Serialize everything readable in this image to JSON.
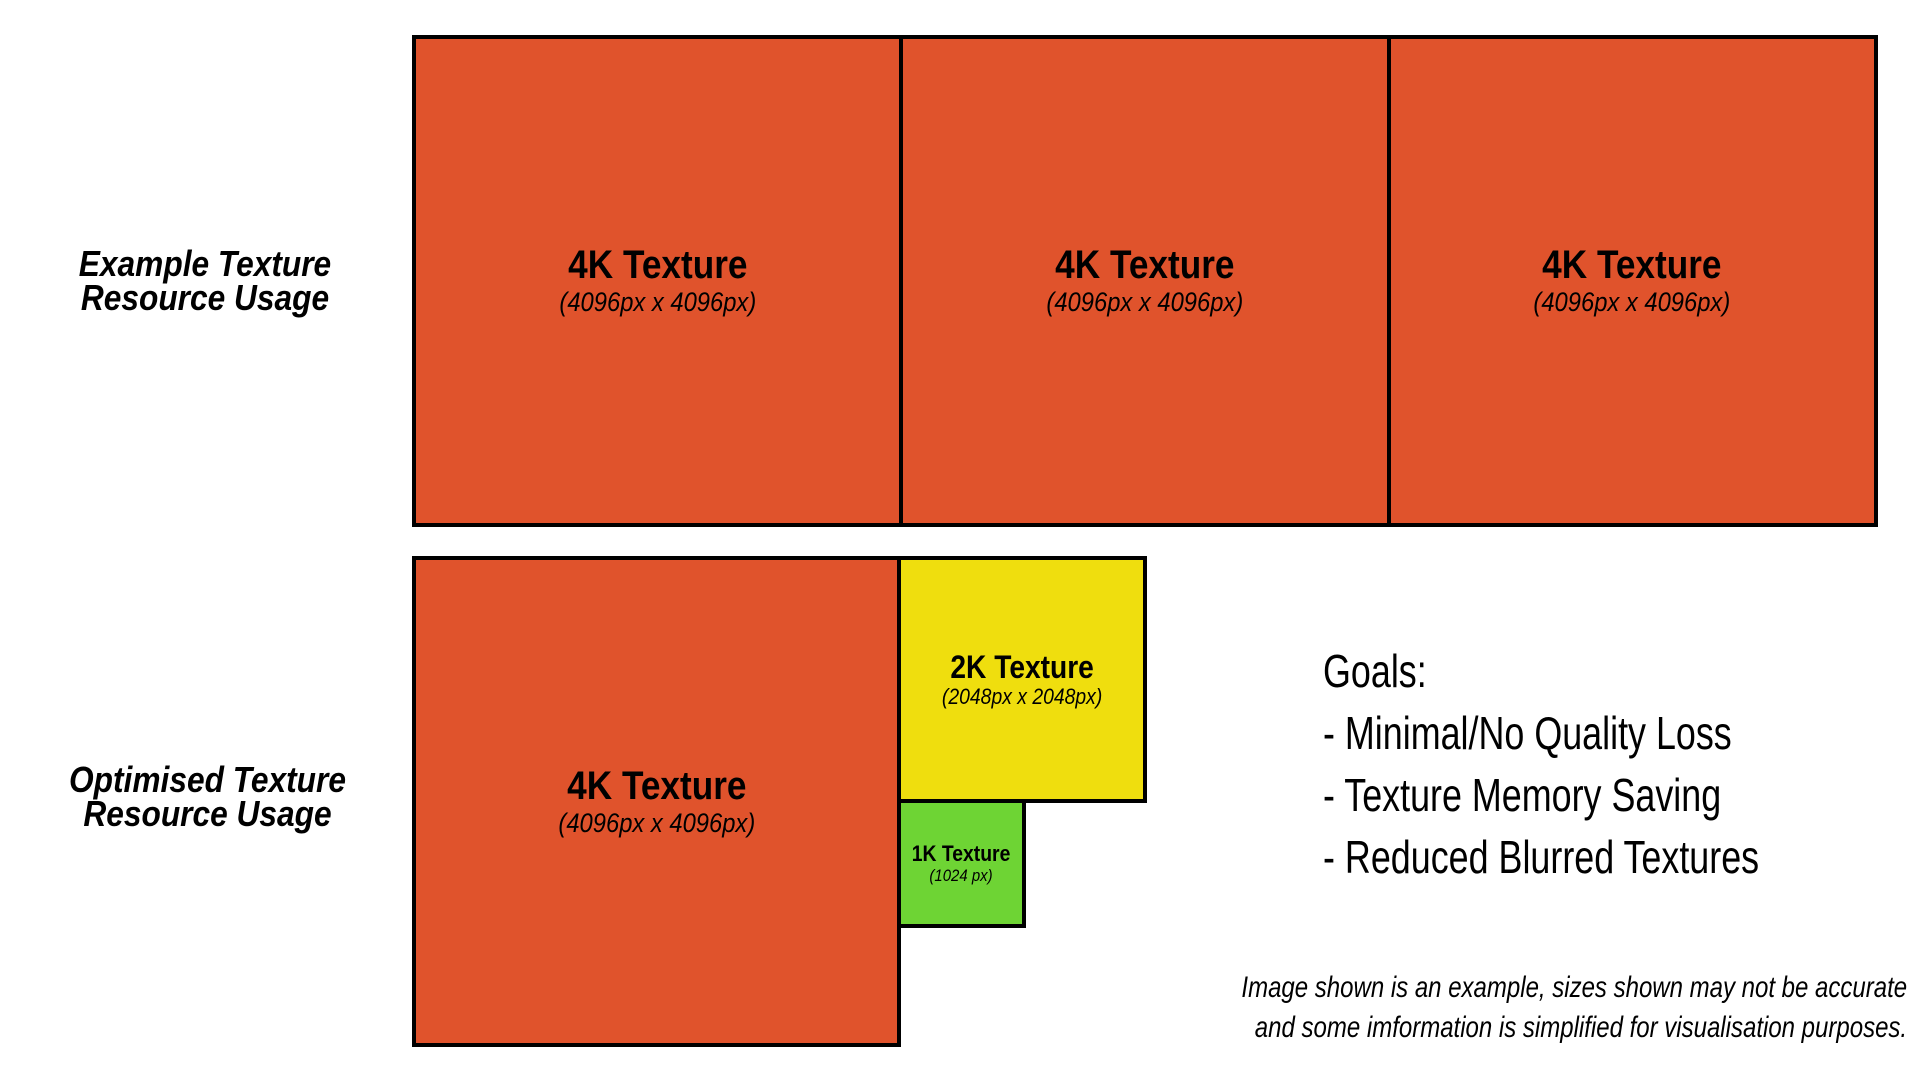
{
  "colors": {
    "texture_4k_fill": "#E0532C",
    "texture_2k_fill": "#EFDE0E",
    "texture_1k_fill": "#6ED434",
    "border": "#000000",
    "text": "#000000",
    "background": "#FFFFFF"
  },
  "row_labels": {
    "example": {
      "line1": "Example Texture",
      "line2": "Resource Usage"
    },
    "optimised": {
      "line1": "Optimised Texture",
      "line2": "Resource Usage"
    }
  },
  "example_row": {
    "textures": [
      {
        "title": "4K Texture",
        "size": "(4096px x 4096px)"
      },
      {
        "title": "4K Texture",
        "size": "(4096px x 4096px)"
      },
      {
        "title": "4K Texture",
        "size": "(4096px x 4096px)"
      }
    ]
  },
  "optimised_row": {
    "texture_4k": {
      "title": "4K Texture",
      "size": "(4096px x 4096px)"
    },
    "texture_2k": {
      "title": "2K Texture",
      "size": "(2048px x 2048px)"
    },
    "texture_1k": {
      "title": "1K Texture",
      "size": "(1024 px)"
    }
  },
  "goals": {
    "heading": "Goals:",
    "items": [
      "- Minimal/No Quality Loss",
      "- Texture Memory Saving",
      "- Reduced Blurred Textures"
    ]
  },
  "disclaimer": {
    "line1": "Image shown is an example, sizes shown may not be accurate",
    "line2": "and some imformation is simplified for visualisation purposes."
  }
}
